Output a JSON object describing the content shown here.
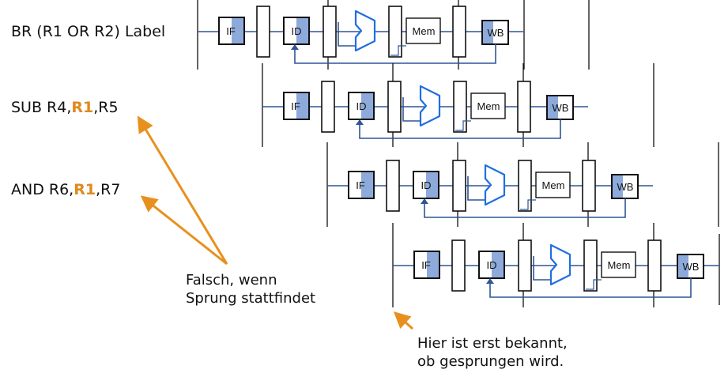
{
  "instructions": [
    {
      "prefix": "BR (R1 OR R2) Label",
      "highlight": "",
      "suffix": ""
    },
    {
      "prefix": "SUB R4,",
      "highlight": "R1",
      "suffix": ",R5"
    },
    {
      "prefix": "AND R6,",
      "highlight": "R1",
      "suffix": ",R7"
    }
  ],
  "stages": {
    "fetch": "IF",
    "decode": "ID",
    "memory": "Mem",
    "writeback": "WB"
  },
  "annotations": {
    "wrong_if_jump": [
      "Falsch, wenn",
      "Sprung stattfindet"
    ],
    "branch_known": [
      "Hier ist erst bekannt,",
      "ob gesprungen wird."
    ]
  },
  "colors": {
    "arrow": "#e8901e",
    "wire": "#2f5597",
    "alu": "#1f6fe0",
    "stage_fill": "#8eaadb",
    "highlight": "#e0891d"
  }
}
